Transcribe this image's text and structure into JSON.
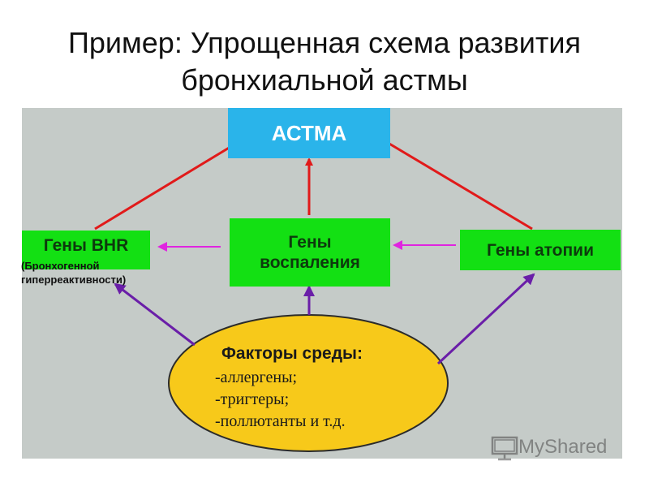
{
  "title": {
    "line1": "Пример: Упрощенная схема развития",
    "line2": "бронхиальной астмы"
  },
  "nodes": {
    "asthma": "АСТМА",
    "bhr": "Гены BHR",
    "bhr_note_line1": "(Бронхогенной",
    "bhr_note_line2": "гиперреактивности)",
    "inflammation_line1": "Гены",
    "inflammation_line2": "воспаления",
    "atopy": "Гены атопии"
  },
  "environment": {
    "heading": "Факторы среды:",
    "items": [
      "-аллергены;",
      "-тригтеры;",
      "-поллютанты и т.д."
    ]
  },
  "watermark": {
    "text_my": "My",
    "text_shared": "Shared",
    "icon": "presentation-screen-icon"
  },
  "colors": {
    "panel": "#c5cbc8",
    "green_box": "#13e013",
    "asthma_box": "#2ab4ea",
    "ellipse": "#f7c91a",
    "red_arrow": "#e11a1a",
    "magenta_arrow": "#e024e0",
    "purple_arrow": "#6a1ea8"
  }
}
